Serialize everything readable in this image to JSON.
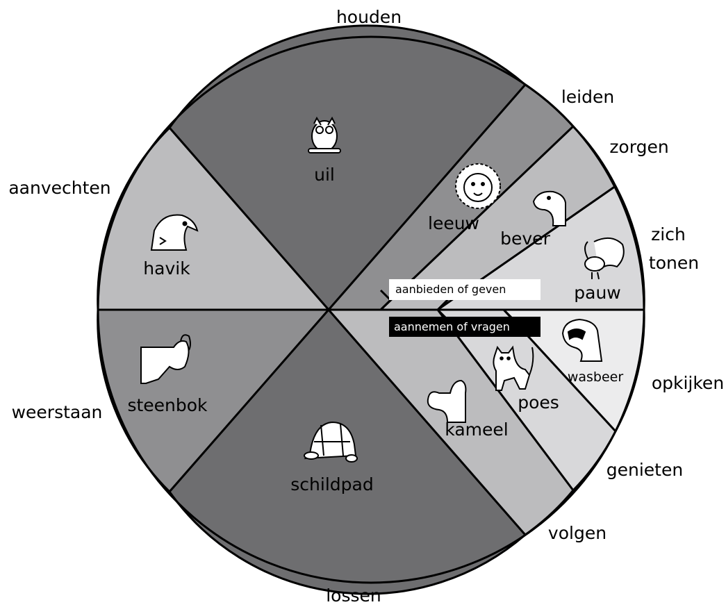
{
  "outer_labels": {
    "houden": "houden",
    "leiden": "leiden",
    "zorgen": "zorgen",
    "zich_tonen_1": "zich",
    "zich_tonen_2": "tonen",
    "aanvechten": "aanvechten",
    "weerstaan": "weerstaan",
    "opkijken": "opkijken",
    "genieten": "genieten",
    "volgen": "volgen",
    "lossen": "lossen"
  },
  "animals": {
    "uil": "uil",
    "havik": "havik",
    "steenbok": "steenbok",
    "schildpad": "schildpad",
    "leeuw": "leeuw",
    "bever": "bever",
    "pauw": "pauw",
    "wasbeer": "wasbeer",
    "poes": "poes",
    "kameel": "kameel"
  },
  "bands": {
    "give": "aanbieden of geven",
    "take": "aannemen of vragen"
  },
  "colors": {
    "darkest": "#6e6e70",
    "dark": "#8f8f91",
    "mid": "#bcbcbe",
    "light": "#d8d8da",
    "lightest": "#ececed",
    "stroke": "#000000"
  }
}
